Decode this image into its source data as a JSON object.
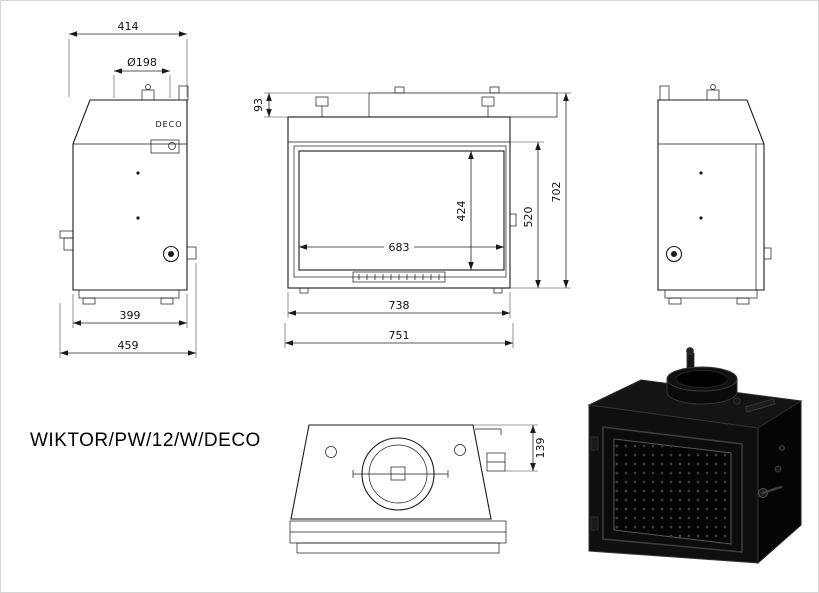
{
  "title": "WIKTOR/PW/12/W/DECO",
  "views": {
    "side_left": {
      "deco_label": "DECO",
      "dims": {
        "top_width": "414",
        "flue_diameter": "Ø198",
        "body_depth": "399",
        "total_depth": "459"
      }
    },
    "front": {
      "dims": {
        "top_section_height": "93",
        "glass_height": "424",
        "firebox_height": "520",
        "total_height": "702",
        "glass_width": "683",
        "body_width": "738",
        "total_width": "751"
      }
    },
    "plan": {
      "dims": {
        "rear_bracket_depth": "139"
      }
    }
  },
  "colors": {
    "drawing_line": "#1a1a1a",
    "product_body": "#0d0d0d",
    "background": "#ffffff"
  }
}
